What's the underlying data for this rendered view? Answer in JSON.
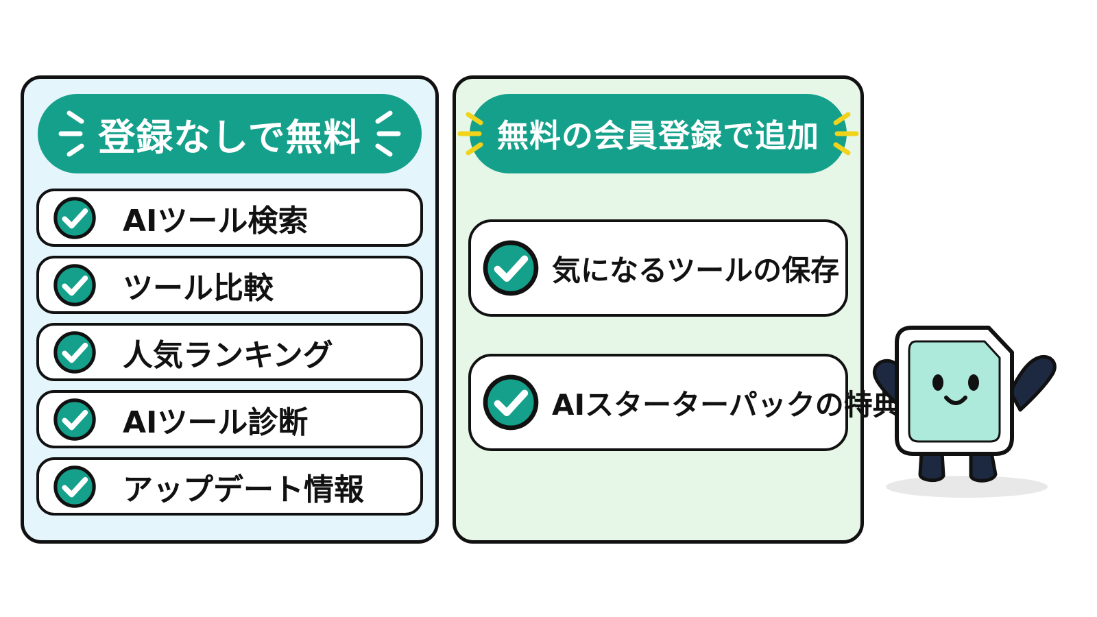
{
  "colors": {
    "accent_teal": "#14a08a",
    "left_panel_bg": "#e4f5fb",
    "right_panel_bg": "#e6f7e8",
    "left_burst": "#ffffff",
    "right_burst": "#f2d31c",
    "mascot_face": "#aeeadc",
    "mascot_limbs": "#1c2940"
  },
  "free_panel": {
    "title": "登録なしで無料",
    "items": [
      {
        "label": "AIツール検索",
        "icon": "check-circle-icon"
      },
      {
        "label": "ツール比較",
        "icon": "check-circle-icon"
      },
      {
        "label": "人気ランキング",
        "icon": "check-circle-icon"
      },
      {
        "label": "AIツール診断",
        "icon": "check-circle-icon"
      },
      {
        "label": "アップデート情報",
        "icon": "check-circle-icon"
      }
    ]
  },
  "member_panel": {
    "title": "無料の会員登録で追加",
    "items": [
      {
        "label": "気になるツールの保存",
        "icon": "check-circle-icon"
      },
      {
        "label": "AIスターターパックの特典",
        "icon": "check-circle-icon"
      }
    ]
  },
  "mascot": {
    "icon": "mascot-icon"
  }
}
